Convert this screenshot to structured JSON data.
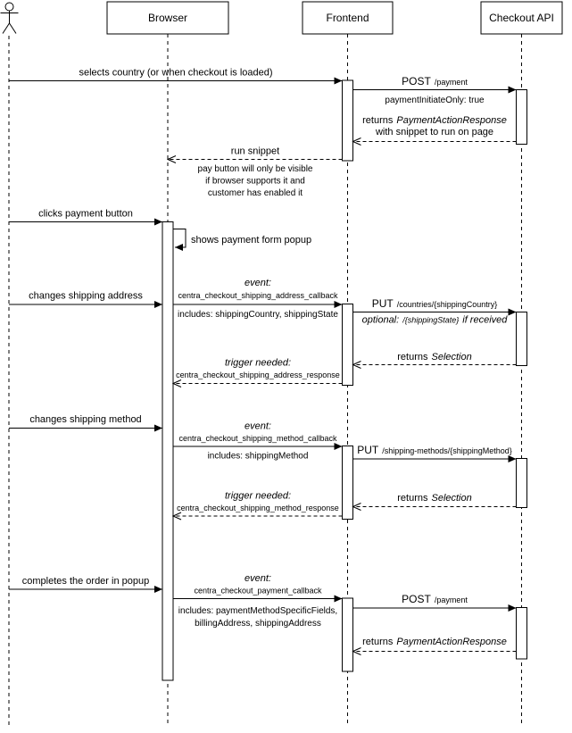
{
  "diagram": {
    "type": "sequence",
    "colors": {
      "stroke": "#000000",
      "fill": "#ffffff"
    },
    "participants": {
      "browser": {
        "label": "Browser"
      },
      "frontend": {
        "label": "Frontend"
      },
      "checkout_api": {
        "label": "Checkout API"
      }
    },
    "messages": {
      "selects_country": {
        "label": "selects country (or when checkout is loaded)"
      },
      "post_payment_initiate": {
        "verb": "POST",
        "path": "/payment",
        "detail": "paymentInitiateOnly: true"
      },
      "returns_payment_action_response_1": {
        "prefix": "returns",
        "object": "PaymentActionResponse",
        "line2": "with snippet to run on page"
      },
      "run_snippet": {
        "label": "run snippet",
        "note_line1": "pay button will only be visible",
        "note_line2": "if browser supports it and",
        "note_line3": "customer has enabled it"
      },
      "clicks_payment_button": {
        "label": "clicks payment button"
      },
      "shows_payment_form_popup": {
        "label": "shows payment form popup"
      },
      "changes_shipping_address": {
        "label": "changes shipping address"
      },
      "shipping_address_event": {
        "kind": "event:",
        "name": "centra_checkout_shipping_address_callback",
        "includes": "includes: shippingCountry, shippingState"
      },
      "put_countries": {
        "verb": "PUT",
        "path": "/countries/{shippingCountry}",
        "optional_prefix": "optional:",
        "optional_path": "/{shippingState}",
        "optional_suffix": "if received"
      },
      "returns_selection_1": {
        "prefix": "returns",
        "object": "Selection"
      },
      "shipping_address_trigger": {
        "kind": "trigger needed:",
        "name": "centra_checkout_shipping_address_response"
      },
      "changes_shipping_method": {
        "label": "changes shipping method"
      },
      "shipping_method_event": {
        "kind": "event:",
        "name": "centra_checkout_shipping_method_callback",
        "includes": "includes: shippingMethod"
      },
      "put_shipping_methods": {
        "verb": "PUT",
        "path": "/shipping-methods/{shippingMethod}"
      },
      "returns_selection_2": {
        "prefix": "returns",
        "object": "Selection"
      },
      "shipping_method_trigger": {
        "kind": "trigger needed:",
        "name": "centra_checkout_shipping_method_response"
      },
      "completes_order": {
        "label": "completes the order in popup"
      },
      "payment_event": {
        "kind": "event:",
        "name": "centra_checkout_payment_callback",
        "includes_line1": "includes: paymentMethodSpecificFields,",
        "includes_line2": "billingAddress, shippingAddress"
      },
      "post_payment_final": {
        "verb": "POST",
        "path": "/payment"
      },
      "returns_payment_action_response_2": {
        "prefix": "returns",
        "object": "PaymentActionResponse"
      }
    }
  }
}
